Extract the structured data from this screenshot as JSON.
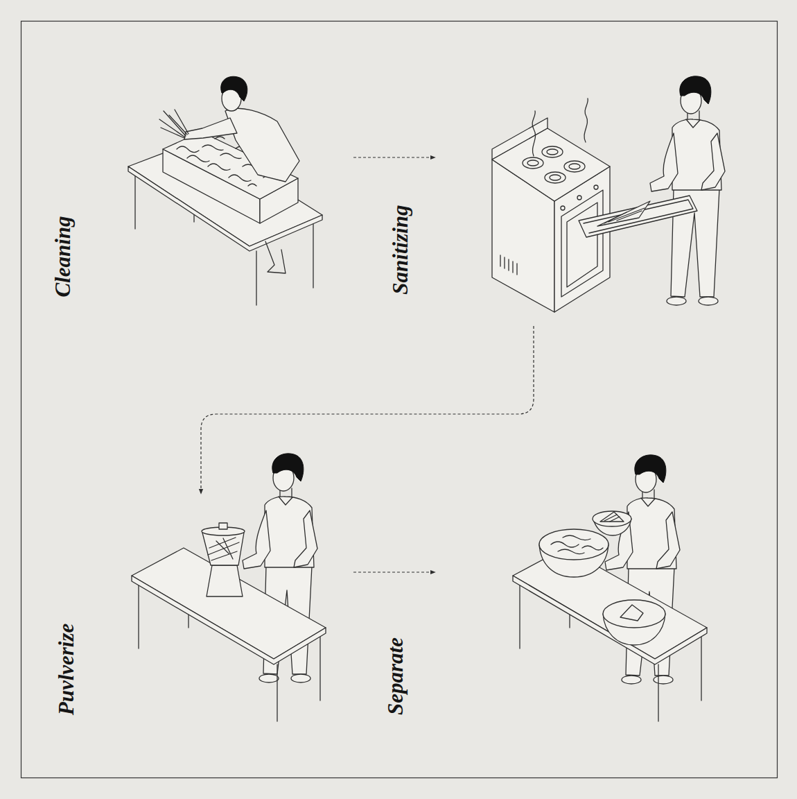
{
  "diagram": {
    "nodes": [
      {
        "text": [
          "Cleaning"
        ]
      },
      {
        "text": [
          "Sanitizing"
        ]
      },
      {
        "text": [
          "Puvlverize"
        ]
      },
      {
        "text": [
          "Separate"
        ]
      }
    ],
    "edges": [
      {
        "from": 0,
        "to": 1,
        "arrow": "to"
      },
      {
        "from": 1,
        "to": 2,
        "arrow": "to"
      },
      {
        "from": 2,
        "to": 3,
        "arrow": "to"
      }
    ]
  }
}
